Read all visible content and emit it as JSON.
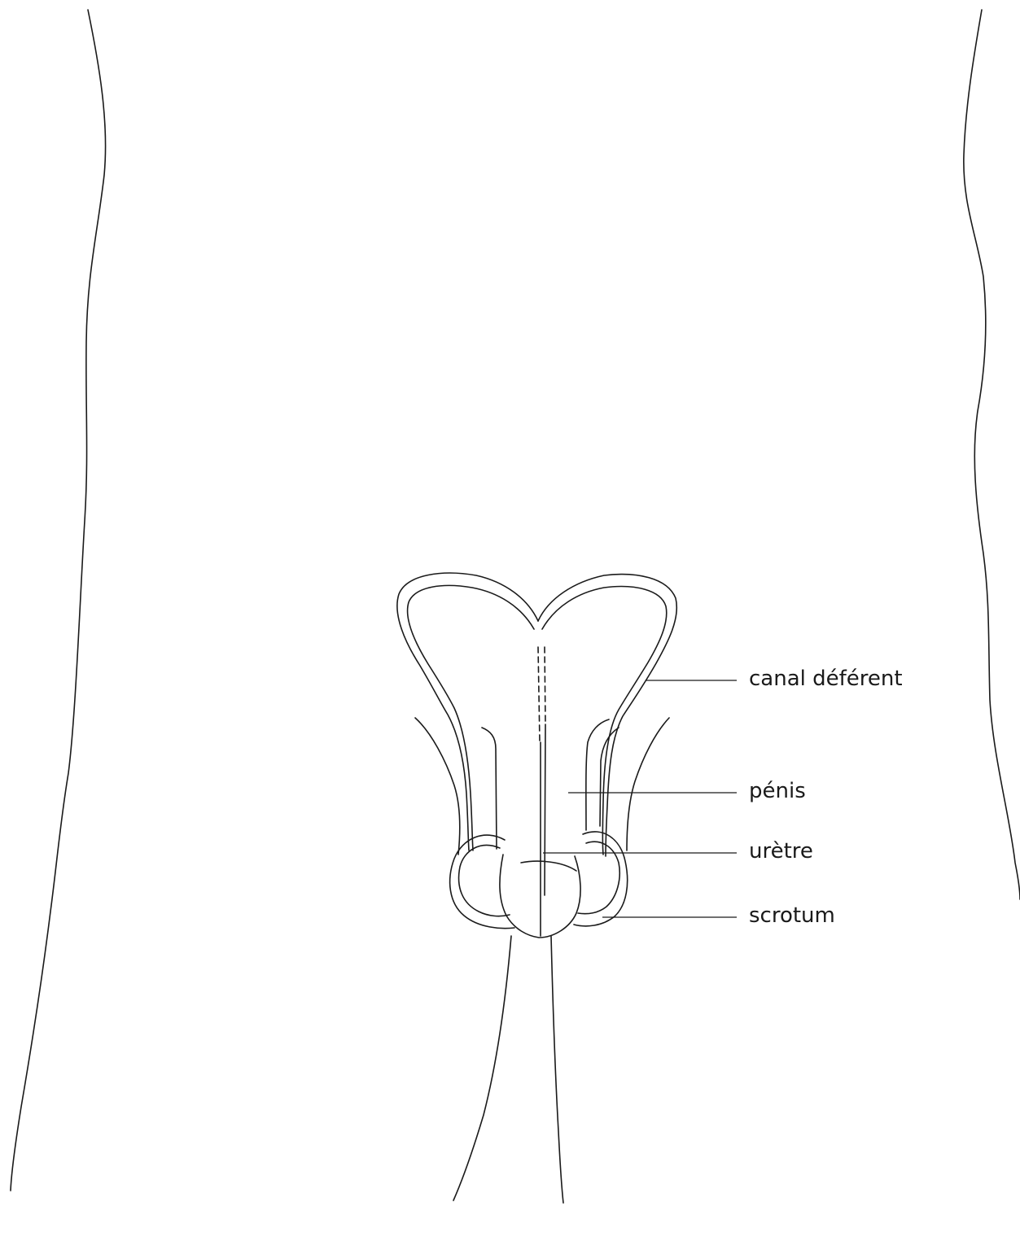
{
  "labels": {
    "canal_deferent": "canal déférent",
    "penis": "pénis",
    "uretre": "urètre",
    "scrotum": "scrotum"
  },
  "colors": {
    "line": "#1a1a1a",
    "background": "#ffffff"
  }
}
